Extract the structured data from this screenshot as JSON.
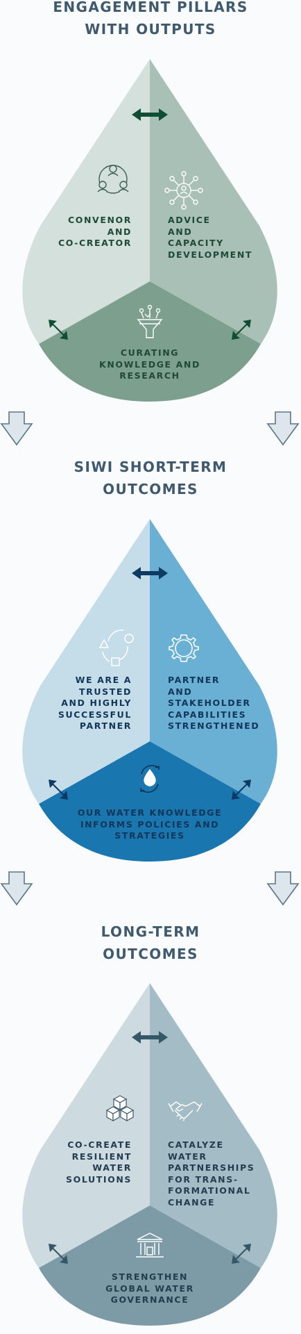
{
  "colors": {
    "heading": "#3f5a6e",
    "arrow_fill": "#dde6ec",
    "arrow_stroke": "#5c7585",
    "section1": {
      "left": "#d3e0dc",
      "right": "#a8c0b5",
      "bottom": "#7d9f8e",
      "text": "#1f4a37",
      "connector": "#0f4d35"
    },
    "section2": {
      "left": "#c5dde9",
      "right": "#6aafd4",
      "bottom": "#1976ae",
      "text": "#12365a",
      "connector": "#0e3a63"
    },
    "section3": {
      "left": "#cddbe1",
      "right": "#a3bcc6",
      "bottom": "#7d9ba7",
      "text": "#233c4f",
      "connector": "#355869"
    }
  },
  "sections": [
    {
      "heading": [
        "ENGAGEMENT PILLARS",
        "WITH OUTPUTS"
      ],
      "left_label": "CONVENOR\nAND\nCO-CREATOR",
      "left_icon": "people-network-icon",
      "right_label": "ADVICE\nAND\nCAPACITY\nDEVELOPMENT",
      "right_icon": "hub-person-icon",
      "bottom_label": "CURATING\nKNOWLEDGE AND\nRESEARCH",
      "bottom_icon": "funnel-icon"
    },
    {
      "heading": [
        "SIWI SHORT-TERM",
        "OUTCOMES"
      ],
      "left_label": "WE ARE A\nTRUSTED\nAND HIGHLY\nSUCCESSFUL\nPARTNER",
      "left_icon": "shapes-cycle-icon",
      "right_label": "PARTNER\nAND\nSTAKEHOLDER\nCAPABILITIES\nSTRENGTHENED",
      "right_icon": "gear-icon",
      "bottom_label": "OUR WATER KNOWLEDGE\nINFORMS POLICIES AND\nSTRATEGIES",
      "bottom_icon": "water-drop-cycle-icon"
    },
    {
      "heading": [
        "LONG-TERM",
        "OUTCOMES"
      ],
      "left_label": "CO-CREATE\nRESILIENT\nWATER\nSOLUTIONS",
      "left_icon": "cubes-icon",
      "right_label": "CATALYZE\nWATER\nPARTNERSHIPS\nFOR TRANS-\nFORMATIONAL\nCHANGE",
      "right_icon": "handshake-icon",
      "bottom_label": "STRENGTHEN\nGLOBAL WATER\nGOVERNANCE",
      "bottom_icon": "institution-icon"
    }
  ]
}
